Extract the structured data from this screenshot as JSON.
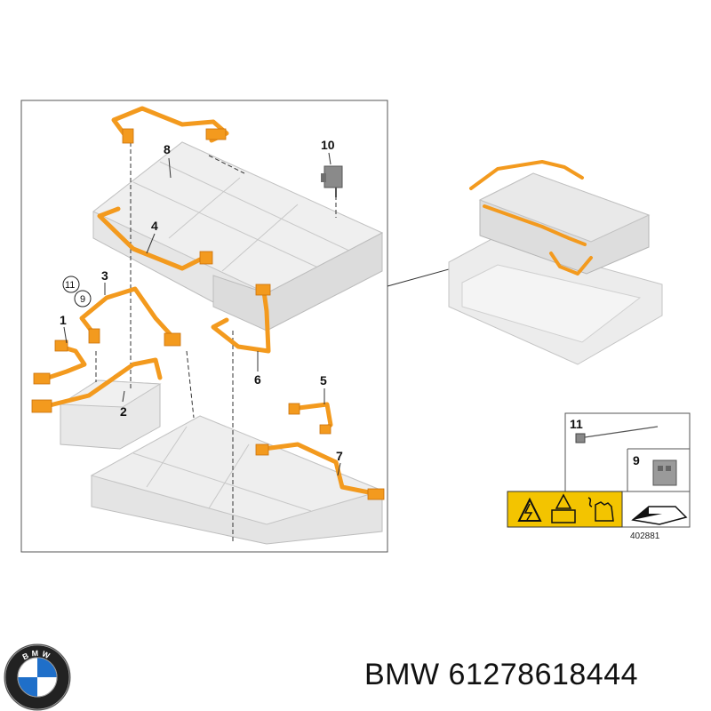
{
  "diagram": {
    "callouts": {
      "c1": "1",
      "c2": "2",
      "c3": "3",
      "c4": "4",
      "c5": "5",
      "c6": "6",
      "c7": "7",
      "c8": "8",
      "c10": "10",
      "circled_11": "11",
      "circled_9": "9"
    },
    "legend": {
      "item_11": "11",
      "item_9": "9",
      "reference_number": "402881"
    }
  },
  "brand": {
    "logo_letters": "BMW",
    "part_caption": "BMW 61278618444"
  },
  "colors": {
    "cable": "#f39a1e",
    "battery_fill": "#e3e3e3",
    "battery_edge": "#b8b8b8",
    "warning_yellow": "#f3c400"
  }
}
